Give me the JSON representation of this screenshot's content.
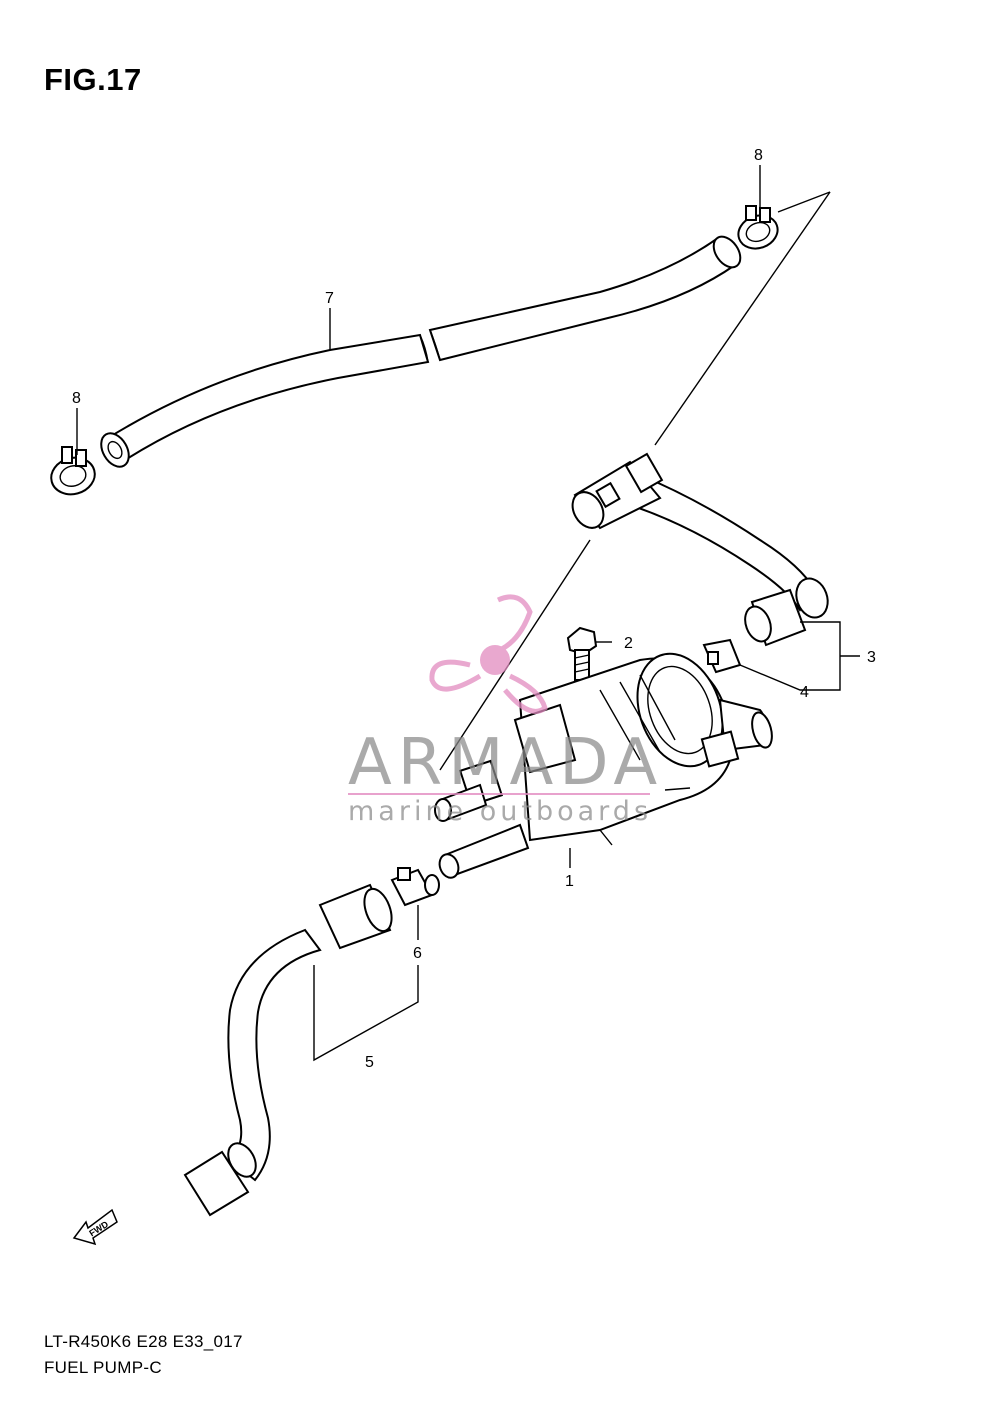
{
  "figure": {
    "title": "FIG.17",
    "model_code": "LT-R450K6 E28 E33_017",
    "section_name": "FUEL PUMP-C"
  },
  "callouts": {
    "c1": "1",
    "c2": "2",
    "c3": "3",
    "c4": "4",
    "c5": "5",
    "c6": "6",
    "c7": "7",
    "c8_top": "8",
    "c8_left": "8"
  },
  "direction_badge": "FWD",
  "watermark": {
    "brand": "ARMADA",
    "tagline": "marine outboards",
    "accent_color": "#e28bc0"
  }
}
